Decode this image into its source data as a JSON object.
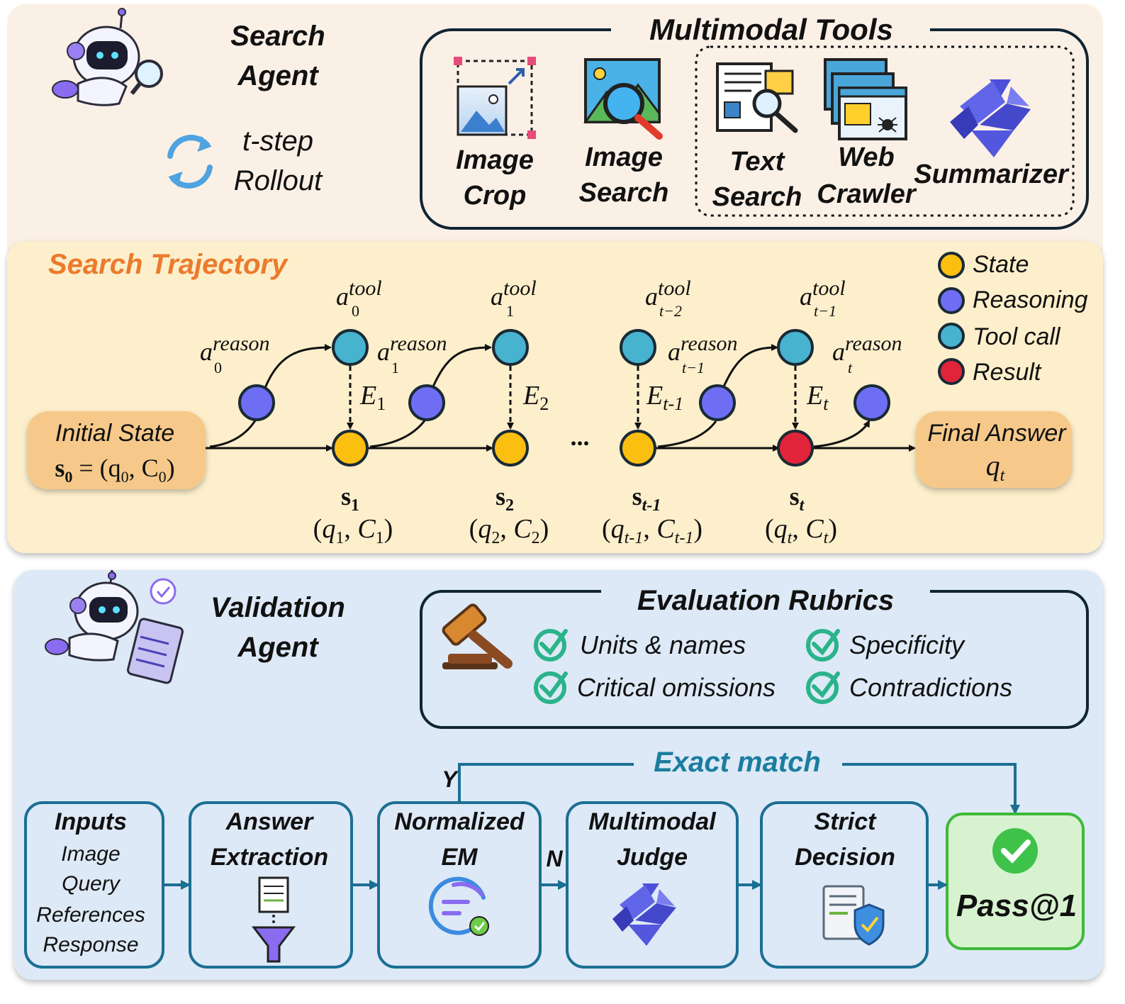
{
  "search_agent": {
    "title_line1": "Search",
    "title_line2": "Agent",
    "rollout_line1": "t-step",
    "rollout_line2": "Rollout"
  },
  "tools": {
    "title": "Multimodal Tools",
    "image_crop": [
      "Image",
      "Crop"
    ],
    "image_search": [
      "Image",
      "Search"
    ],
    "text_search": [
      "Text",
      "Search"
    ],
    "web_crawler": [
      "Web",
      "Crawler"
    ],
    "summarizer": "Summarizer"
  },
  "trajectory": {
    "title": "Search Trajectory",
    "initial_state": {
      "line1": "Initial State",
      "s0": "s",
      "s0_sub": "0",
      "eq": " = (q",
      "q_sub": "0",
      "comma": ", C",
      "c_sub": "0",
      "close": ")"
    },
    "final_answer": {
      "line1": "Final Answer",
      "q": "q",
      "q_sub": "t"
    },
    "legend": [
      "State",
      "Reasoning",
      "Tool call",
      "Result"
    ],
    "actions": {
      "a_base": "a",
      "tool_sup": "tool",
      "reason_sup": "reason",
      "tool_subs": [
        "0",
        "1",
        "t−2",
        "t−1"
      ],
      "reason_subs": [
        "0",
        "1",
        "t−1",
        "t"
      ]
    },
    "evidence": [
      {
        "base": "E",
        "sub": "1"
      },
      {
        "base": "E",
        "sub": "2"
      },
      {
        "base": "E",
        "sub": "t-1"
      },
      {
        "base": "E",
        "sub": "t"
      }
    ],
    "states": [
      {
        "s": "s",
        "sub": "1",
        "q": "q",
        "qsub": "1",
        "c": "C",
        "csub": "1"
      },
      {
        "s": "s",
        "sub": "2",
        "q": "q",
        "qsub": "2",
        "c": "C",
        "csub": "2"
      },
      {
        "s": "s",
        "sub": "t-1",
        "q": "q",
        "qsub": "t-1",
        "c": "C",
        "csub": "t-1"
      },
      {
        "s": "s",
        "sub": "t",
        "q": "q",
        "qsub": "t",
        "c": "C",
        "csub": "t"
      }
    ],
    "ellipsis": "..."
  },
  "validation": {
    "title_line1": "Validation",
    "title_line2": "Agent",
    "rubrics_title": "Evaluation Rubrics",
    "rubrics": [
      "Units & names",
      "Specificity",
      "Critical omissions",
      "Contradictions"
    ],
    "exact_match": "Exact match",
    "yes": "Y",
    "no": "N",
    "pipeline": {
      "inputs": {
        "title": "Inputs",
        "items": [
          "Image",
          "Query",
          "References",
          "Response"
        ]
      },
      "answer_extraction": [
        "Answer",
        "Extraction"
      ],
      "normalized_em": [
        "Normalized",
        "EM"
      ],
      "multimodal_judge": [
        "Multimodal",
        "Judge"
      ],
      "strict_decision": [
        "Strict",
        "Decision"
      ],
      "pass": "Pass@1"
    }
  },
  "colors": {
    "top_bg": "#fbf0e6",
    "traj_bg": "#fdefcb",
    "bottom_bg": "#dde9f6",
    "state": "#fbbf0f",
    "reasoning": "#6e6ef5",
    "tool_call": "#47b3cf",
    "result": "#e2243a",
    "orange_title": "#ec7a2c",
    "teal": "#1b6f93",
    "check": "#2bb38a",
    "pass_bg": "#d7f2cf",
    "pass_border": "#3fb93a"
  }
}
